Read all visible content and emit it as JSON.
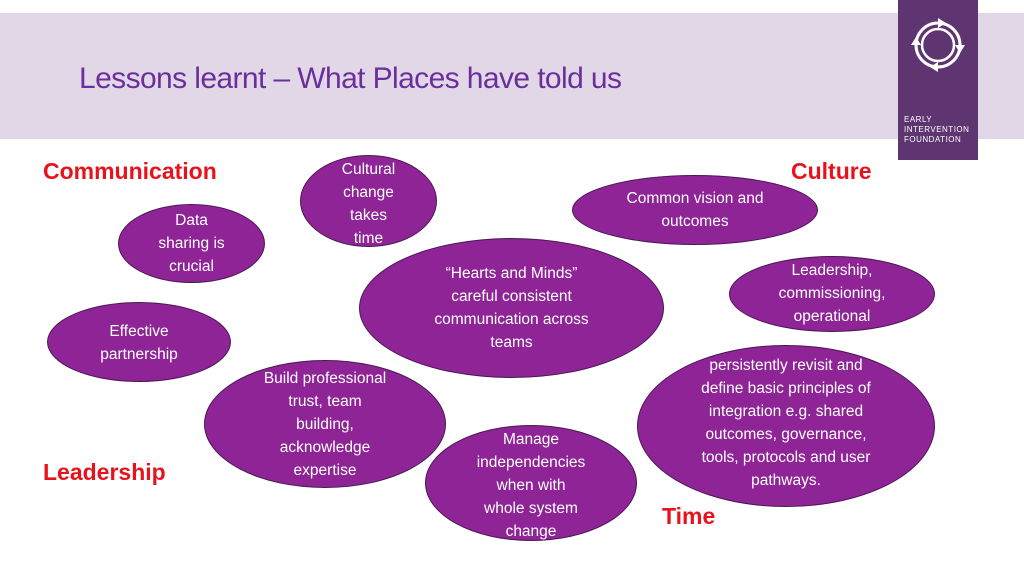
{
  "title": "Lessons learnt – What Places have told us",
  "logo": {
    "lines": [
      "EARLY",
      "INTERVENTION",
      "FOUNDATION"
    ],
    "icon": "circular-arrows-icon",
    "background_color": "#5e3571"
  },
  "categories": {
    "communication": "Communication",
    "culture": "Culture",
    "leadership": "Leadership",
    "time": "Time"
  },
  "bubbles": {
    "cultural_change": "Cultural\nchange\ntakes\ntime",
    "common_vision": "Common vision and\noutcomes",
    "data_sharing": "Data\nsharing is\ncrucial",
    "hearts_minds": "“Hearts and Minds”\ncareful consistent\ncommunication across\nteams",
    "leadership_levels": "Leadership,\ncommissioning,\noperational",
    "effective_partnership": "Effective\npartnership",
    "persistently_revisit": "persistently revisit and\ndefine basic principles of\nintegration e.g. shared\noutcomes, governance,\ntools, protocols and user\npathways.",
    "build_trust": "Build professional\ntrust, team\nbuilding,\nacknowledge\nexpertise",
    "manage_independencies": "Manage\nindependencies\nwhen with\nwhole system\nchange"
  },
  "colors": {
    "header_band": "#e2d7e6",
    "title": "#6a2f9c",
    "category": "#e8121c",
    "bubble_fill": "#8e2496",
    "bubble_border": "#4a1752"
  }
}
